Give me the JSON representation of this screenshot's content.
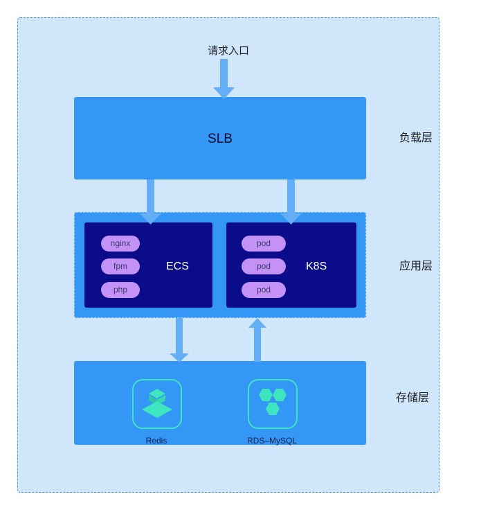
{
  "entry_label": "请求入口",
  "layers": {
    "load": "负载层",
    "app": "应用层",
    "storage": "存储层"
  },
  "slb_label": "SLB",
  "ecs": {
    "label": "ECS",
    "components": [
      "nginx",
      "fpm",
      "php"
    ]
  },
  "k8s": {
    "label": "K8S",
    "pods": [
      "pod",
      "pod",
      "pod"
    ]
  },
  "storage": {
    "redis_label": "Redis",
    "mysql_label": "RDS–MySQL"
  },
  "colors": {
    "frame_bg": "#cfe6fb",
    "frame_border": "#3b97f3",
    "layer_box": "#3496f5",
    "inner_box": "#0a0c8a",
    "pill": "#c492f6",
    "arrow": "#64aef7",
    "icon_green": "#3ee6c0"
  },
  "icons": [
    "arrow-down-icon",
    "arrow-up-icon",
    "redis-icon",
    "mysql-icon"
  ]
}
